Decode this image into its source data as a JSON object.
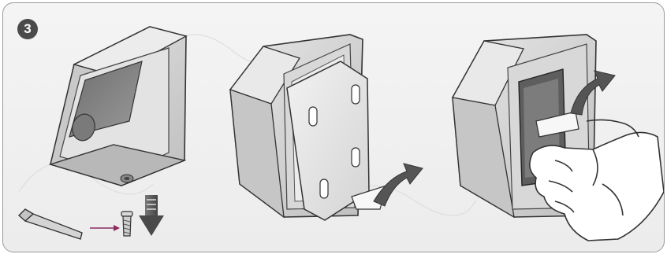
{
  "step": {
    "number": "3"
  },
  "colors": {
    "housing": "#d9d9d9",
    "housing_shadow": "#bdbdbd",
    "arrow": "#4a4a4a",
    "outline": "#333333",
    "background": "#efefef",
    "accent_arrow": "#8b2b63"
  },
  "figures": [
    {
      "id": "housing-bottom-screw",
      "icons": [
        "allen-key-icon",
        "screw-icon",
        "down-arrow-icon"
      ]
    },
    {
      "id": "housing-backplate-removed",
      "icons": [
        "curved-arrow-icon"
      ]
    },
    {
      "id": "housing-cover-removed",
      "icons": [
        "curved-arrow-icon",
        "hand-icon"
      ]
    }
  ]
}
